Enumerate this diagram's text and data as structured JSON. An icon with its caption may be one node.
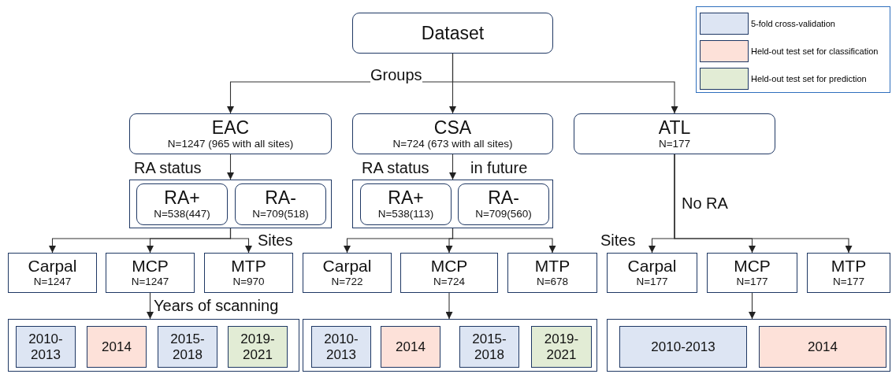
{
  "diagram": {
    "nodes": [
      {
        "text": [
          "Dataset"
        ]
      },
      {
        "text": [
          "EAC",
          "N=1247 (965 with all sites)"
        ]
      },
      {
        "text": [
          "CSA",
          "N=724 (673 with all sites)"
        ]
      },
      {
        "text": [
          "ATL",
          "N=177"
        ]
      },
      {
        "text": [],
        "shape": "box"
      },
      {
        "text": [
          "RA+",
          "N=538(447)"
        ],
        "in": 4
      },
      {
        "text": [
          "RA-",
          "N=709(518)"
        ],
        "in": 4
      },
      {
        "text": [],
        "shape": "box"
      },
      {
        "text": [
          "RA+",
          "N=538(113)"
        ],
        "in": 7
      },
      {
        "text": [
          "RA-",
          "N=709(560)"
        ],
        "in": 7
      },
      {
        "text": [
          "Carpal",
          "N=1247"
        ]
      },
      {
        "text": [
          "MCP",
          "N=1247"
        ]
      },
      {
        "text": [
          "MTP",
          "N=970"
        ]
      },
      {
        "text": [
          "Carpal",
          "N=722"
        ]
      },
      {
        "text": [
          "MCP",
          "N=724"
        ]
      },
      {
        "text": [
          "MTP",
          "N=678"
        ]
      },
      {
        "text": [
          "Carpal",
          "N=177"
        ]
      },
      {
        "text": [
          "MCP",
          "N=177"
        ]
      },
      {
        "text": [
          "MTP",
          "N=177"
        ]
      },
      {
        "text": [],
        "shape": "box"
      },
      {
        "text": [
          "2010-2013"
        ],
        "in": 19
      },
      {
        "text": [
          "2014"
        ],
        "in": 19
      },
      {
        "text": [
          "2015-2018"
        ],
        "in": 19
      },
      {
        "text": [
          "2019-2021"
        ],
        "in": 19
      },
      {
        "text": [],
        "shape": "box"
      },
      {
        "text": [
          "2010-2013"
        ],
        "in": 24
      },
      {
        "text": [
          "2014"
        ],
        "in": 24
      },
      {
        "text": [
          "2015-2018"
        ],
        "in": 24
      },
      {
        "text": [
          "2019-2021"
        ],
        "in": 24
      },
      {
        "text": [],
        "shape": "box"
      },
      {
        "text": [
          "2010-2013"
        ],
        "in": 29
      },
      {
        "text": [
          "2014"
        ],
        "in": 29
      }
    ],
    "edges": [
      {
        "from": 0,
        "to": 1,
        "arrow": "to"
      },
      {
        "from": 0,
        "to": 2,
        "arrow": "to"
      },
      {
        "from": 0,
        "to": 3,
        "arrow": "to"
      },
      {
        "from": 1,
        "to": 4,
        "arrow": "to"
      },
      {
        "from": 2,
        "to": 7,
        "arrow": "to"
      },
      {
        "from": 4,
        "to": 10,
        "arrow": "to"
      },
      {
        "from": 4,
        "to": 11,
        "arrow": "to"
      },
      {
        "from": 4,
        "to": 12,
        "arrow": "to"
      },
      {
        "from": 7,
        "to": 13,
        "arrow": "to"
      },
      {
        "from": 7,
        "to": 14,
        "arrow": "to"
      },
      {
        "from": 7,
        "to": 15,
        "arrow": "to"
      },
      {
        "from": 3,
        "to": 16,
        "arrow": "to"
      },
      {
        "from": 3,
        "to": 17,
        "arrow": "to"
      },
      {
        "from": 3,
        "to": 18,
        "arrow": "to"
      },
      {
        "from": 11,
        "to": 19,
        "arrow": "to"
      },
      {
        "from": 14,
        "to": 24,
        "arrow": "to"
      },
      {
        "from": 17,
        "to": 29,
        "arrow": "to"
      }
    ],
    "labels": [
      "Groups",
      "RA status",
      "RA status",
      "in future",
      "No RA",
      "Sites",
      "Sites",
      "Years of scanning"
    ],
    "legend": [
      {
        "text": "5-fold cross-validation",
        "color": "#dde5f3"
      },
      {
        "text": "Held-out test set for classification",
        "color": "#fde1d9"
      },
      {
        "text": "Held-out test set for prediction",
        "color": "#e2ecd5"
      }
    ]
  }
}
